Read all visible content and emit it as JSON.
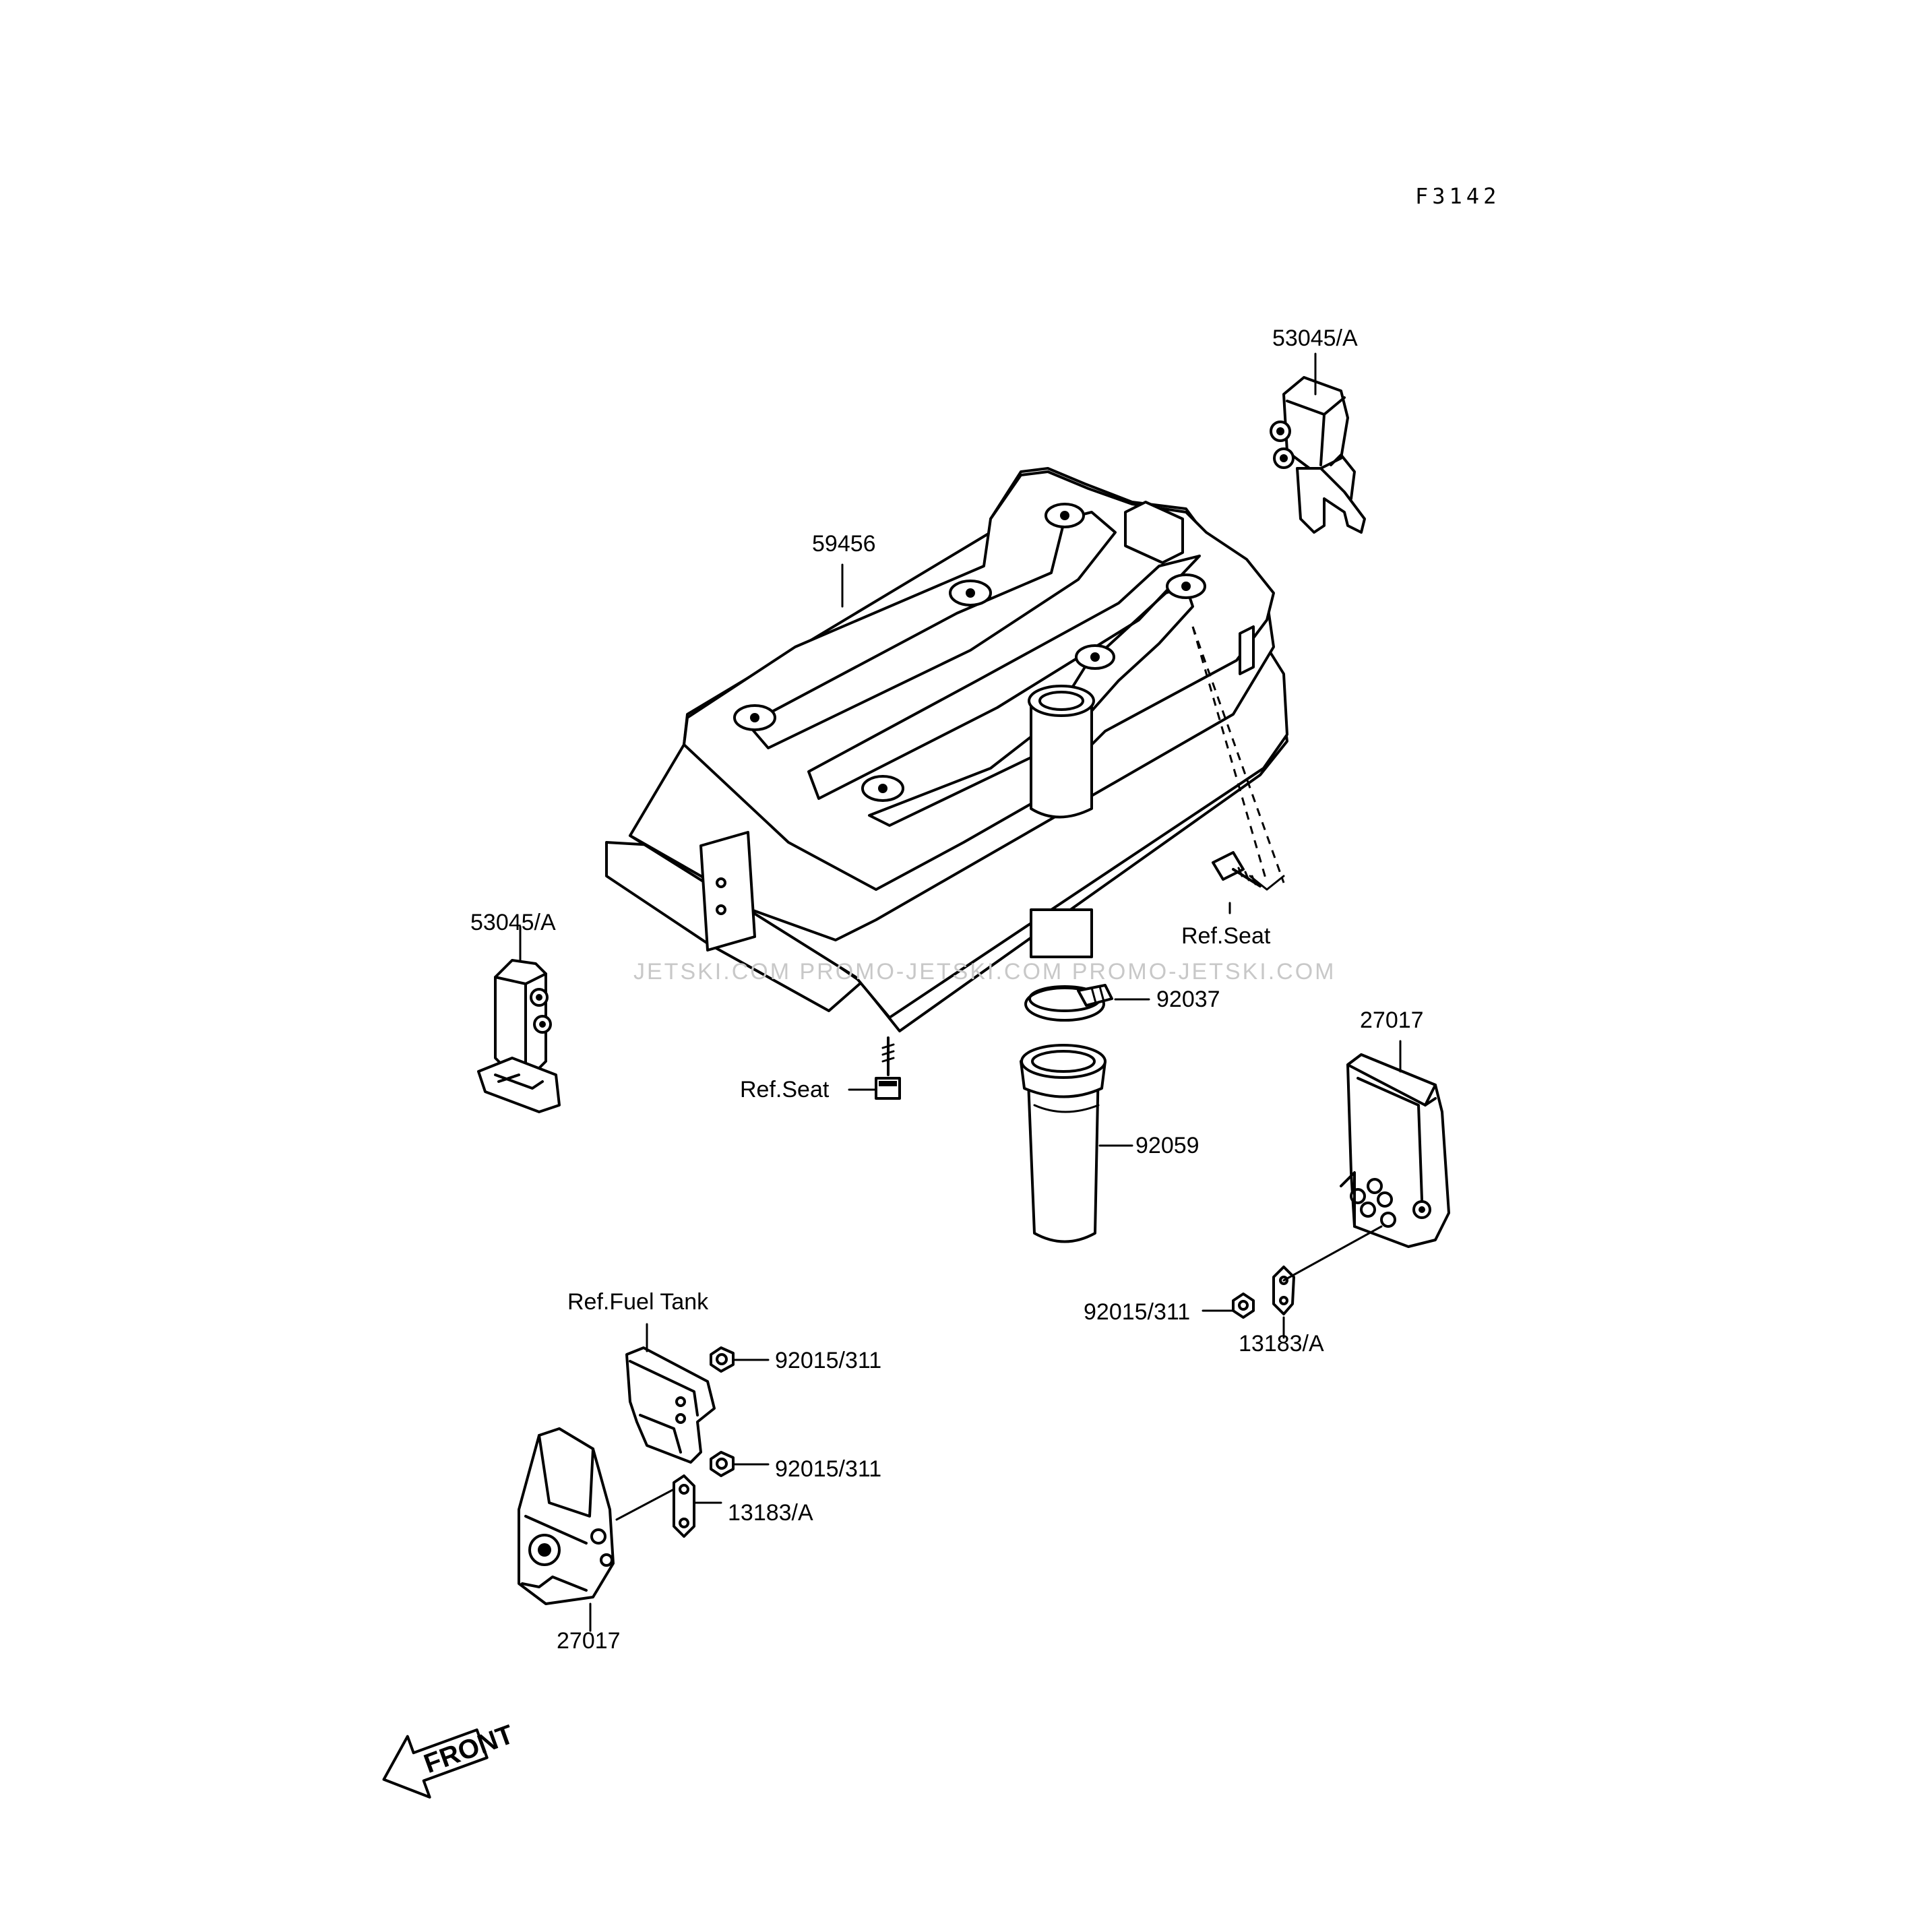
{
  "figure_code": "F3142",
  "watermark": "JETSKI.COM  PROMO-JETSKI.COM  PROMO-JETSKI.COM",
  "front_label": "FRONT",
  "parts": {
    "air_box": "59456",
    "mount_top_right": "53045/A",
    "mount_left": "53045/A",
    "ref_seat_right": "Ref.Seat",
    "ref_seat_center": "Ref.Seat",
    "clamp": "92037",
    "duct": "92059",
    "holder_right": "27017",
    "nut_right": "92015/311",
    "bracket_right": "13183/A",
    "ref_fuel_tank": "Ref.Fuel Tank",
    "nut_left_upper": "92015/311",
    "nut_left_lower": "92015/311",
    "bracket_left": "13183/A",
    "holder_left": "27017"
  }
}
